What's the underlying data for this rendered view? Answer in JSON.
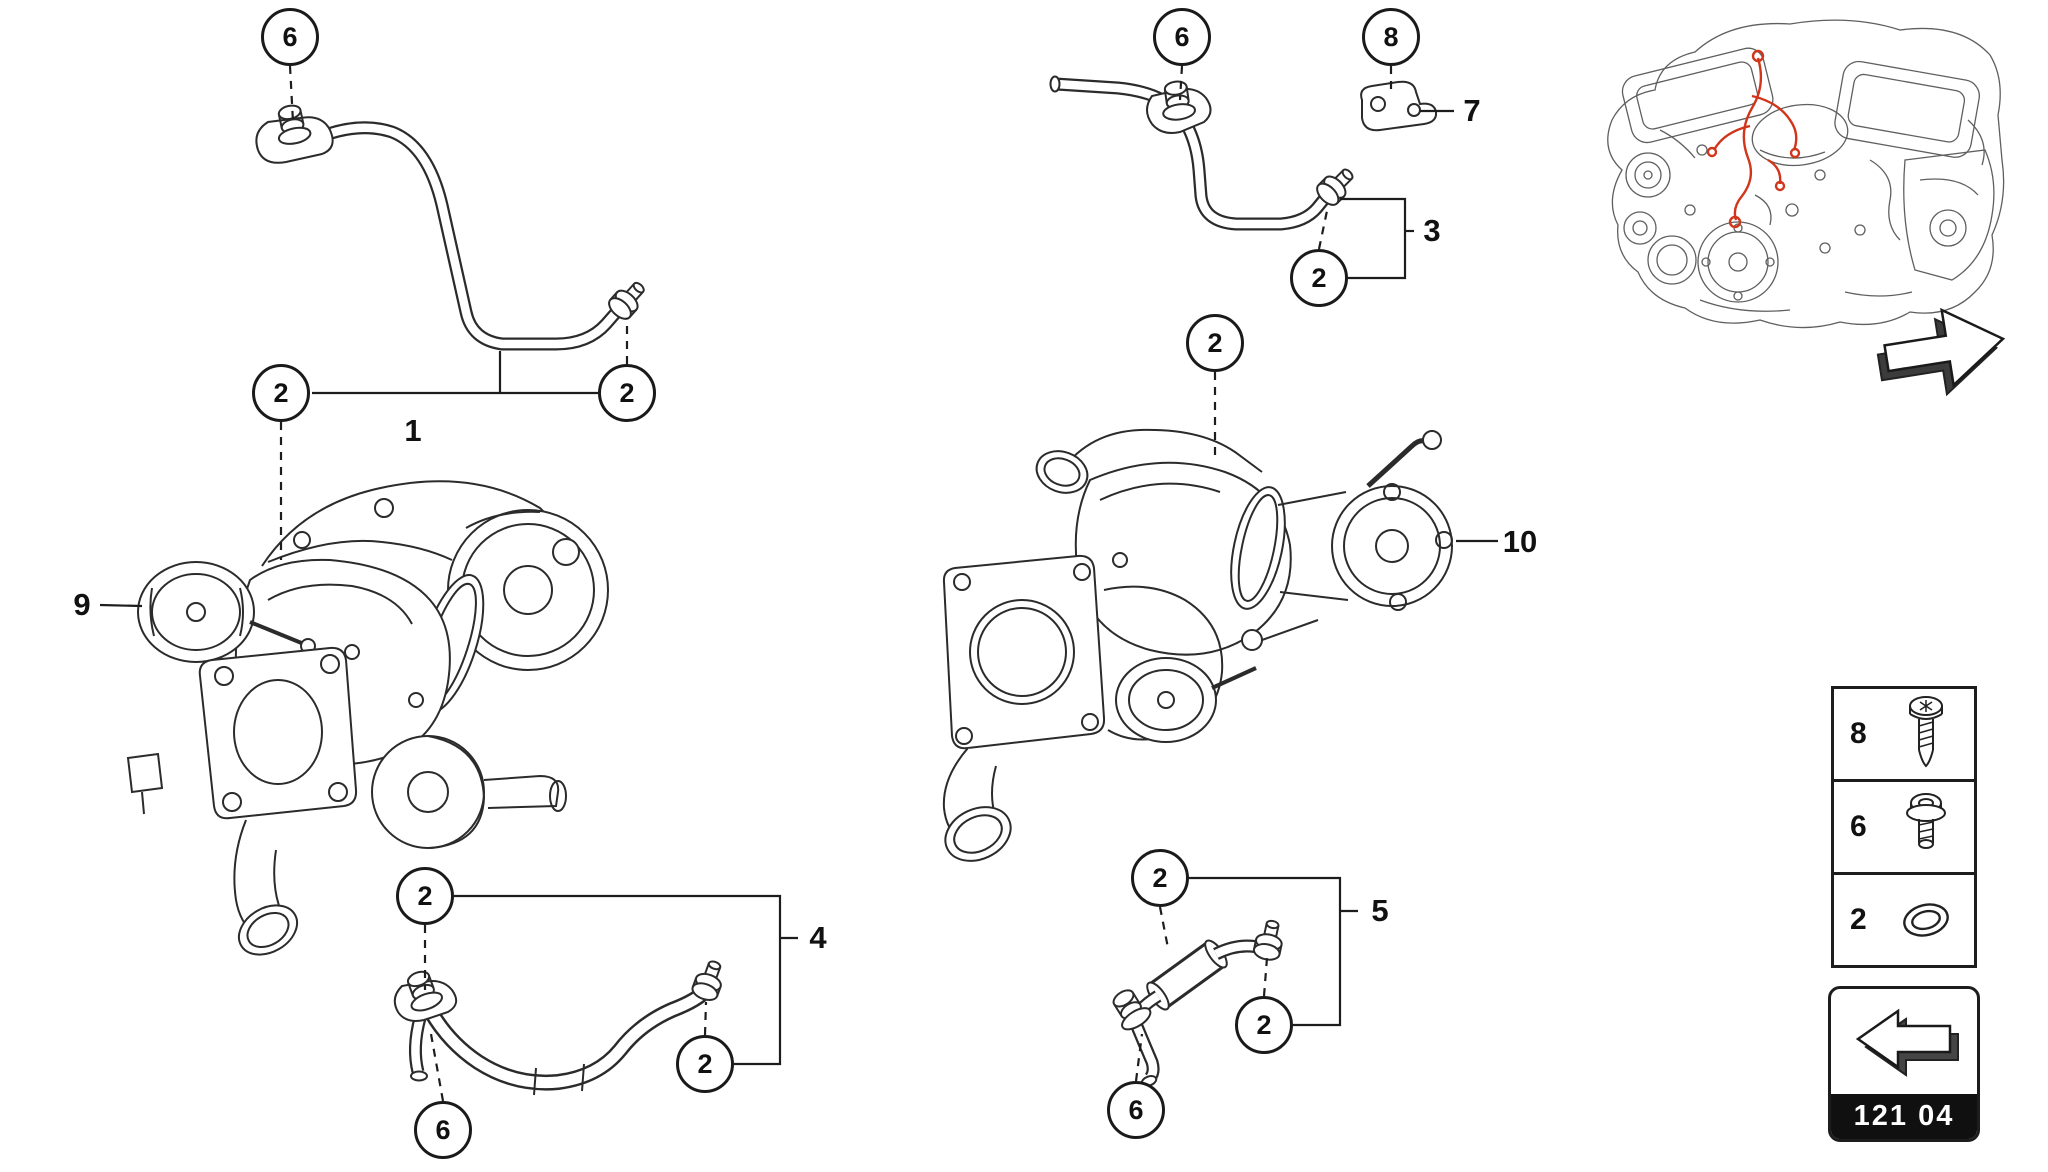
{
  "page": {
    "background_color": "#ffffff",
    "line_color": "#2b2b2b",
    "connector_color": "#1d1d1d",
    "highlight_color": "#d1351a",
    "badge_bg": "#101010",
    "badge_text_color": "#ffffff"
  },
  "callouts": [
    {
      "label": "6"
    },
    {
      "label": "2"
    },
    {
      "label": "2"
    },
    {
      "label": "2"
    },
    {
      "label": "2"
    },
    {
      "label": "6"
    },
    {
      "label": "6"
    },
    {
      "label": "8"
    },
    {
      "label": "2"
    },
    {
      "label": "2"
    },
    {
      "label": "2"
    },
    {
      "label": "2"
    },
    {
      "label": "6"
    }
  ],
  "part_labels": [
    {
      "label": "1"
    },
    {
      "label": "3"
    },
    {
      "label": "4"
    },
    {
      "label": "5"
    },
    {
      "label": "7"
    },
    {
      "label": "9"
    },
    {
      "label": "10"
    }
  ],
  "legend": {
    "items": [
      {
        "number": "8",
        "icon": "torx-screw-icon"
      },
      {
        "number": "6",
        "icon": "flanged-screw-icon"
      },
      {
        "number": "2",
        "icon": "seal-ring-icon"
      }
    ]
  },
  "nav": {
    "page_code": "121 04"
  }
}
